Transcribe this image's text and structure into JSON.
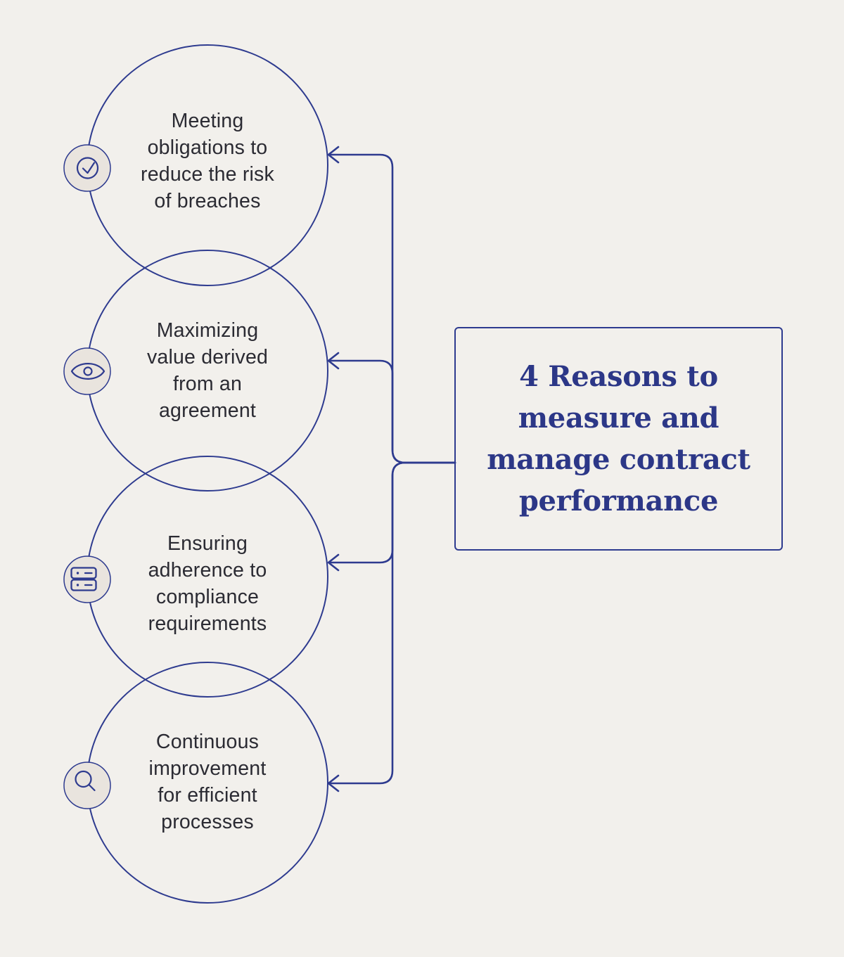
{
  "title_box": {
    "title": "4 Reasons to measure and manage contract performance",
    "lines": [
      "4 Reasons to",
      "measure and",
      "manage contract",
      "performance"
    ]
  },
  "reasons": [
    {
      "icon": "check-circle",
      "label": "Meeting obligations to reduce the risk of breaches",
      "lines": [
        "Meeting",
        "obligations to",
        "reduce the risk",
        "of breaches"
      ]
    },
    {
      "icon": "eye",
      "label": "Maximizing value derived from an agreement",
      "lines": [
        "Maximizing",
        "value derived",
        "from an",
        "agreement"
      ]
    },
    {
      "icon": "server-list",
      "label": "Ensuring adherence to compliance requirements",
      "lines": [
        "Ensuring",
        "adherence to",
        "compliance",
        "requirements"
      ]
    },
    {
      "icon": "magnifier",
      "label": "Continuous improvement for efficient processes",
      "lines": [
        "Continuous",
        "improvement",
        "for efficient",
        "processes"
      ]
    }
  ],
  "colors": {
    "background": "#f2f0ec",
    "line_navy": "#2e3b8f",
    "title_navy": "#2c3787",
    "body_text": "#2b2b33",
    "badge_fill": "#e9e4de"
  }
}
